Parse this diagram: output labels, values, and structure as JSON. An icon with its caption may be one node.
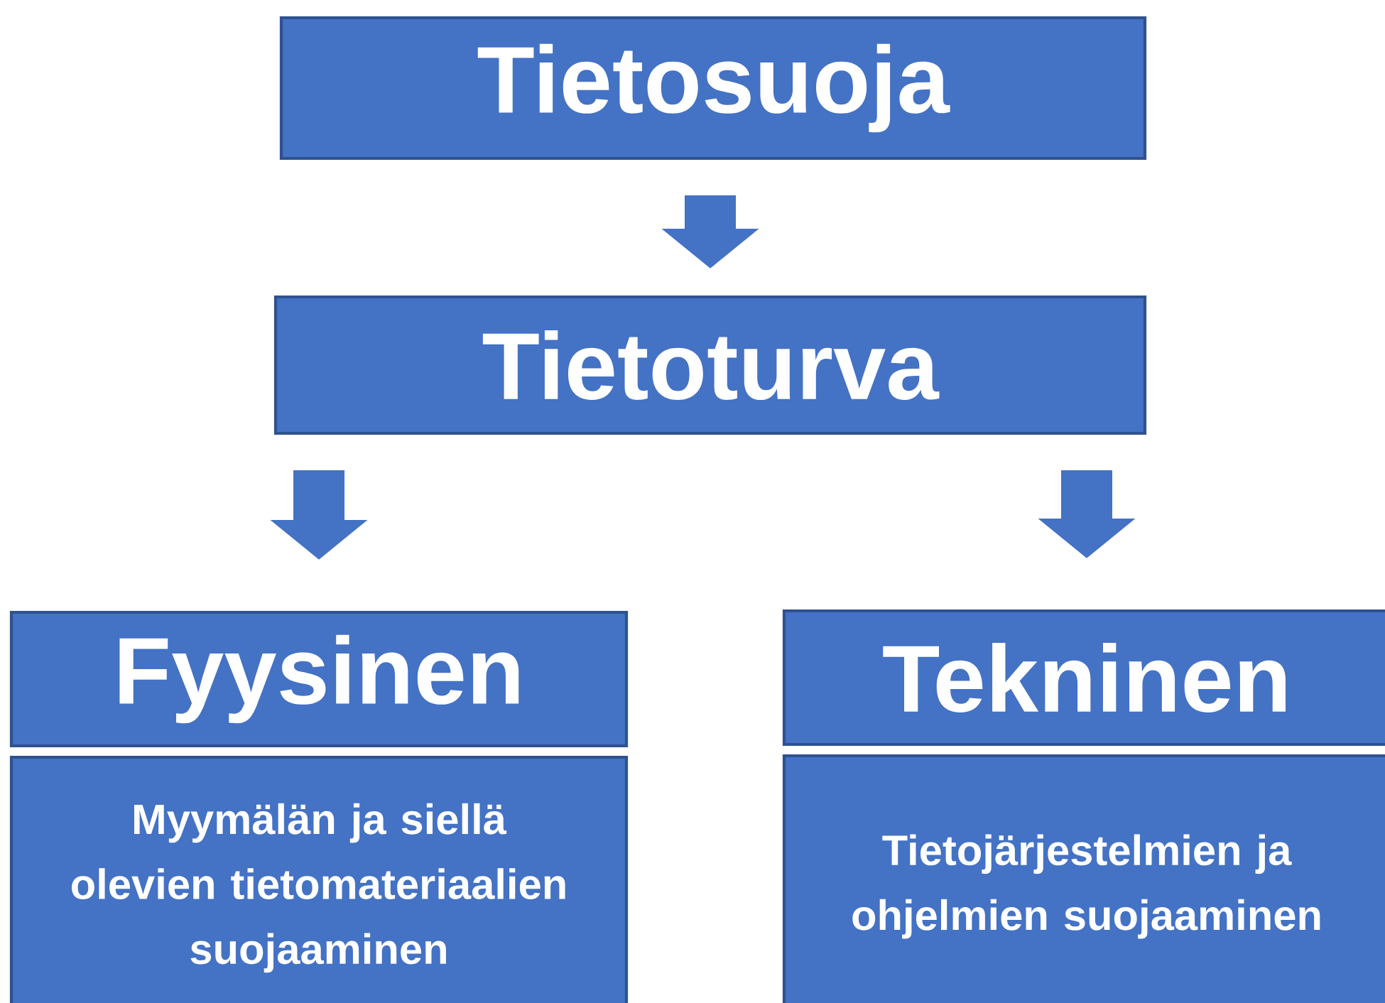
{
  "diagram": {
    "nodes": [
      {
        "text": [
          "Tietosuoja"
        ]
      },
      {
        "text": [
          "Tietoturva"
        ]
      },
      {
        "text": [
          "Fyysinen"
        ]
      },
      {
        "text": [
          "Myymälän ja siellä olevien tietomateriaalien suojaaminen"
        ]
      },
      {
        "text": [
          "Tekninen"
        ]
      },
      {
        "text": [
          "Tietojärjestelmien ja ohjelmien suojaaminen"
        ]
      }
    ],
    "edges": [
      {
        "from": 0,
        "to": 1,
        "arrow": "to"
      },
      {
        "from": 1,
        "to": 2,
        "arrow": "to"
      },
      {
        "from": 1,
        "to": 4,
        "arrow": "to"
      }
    ]
  }
}
